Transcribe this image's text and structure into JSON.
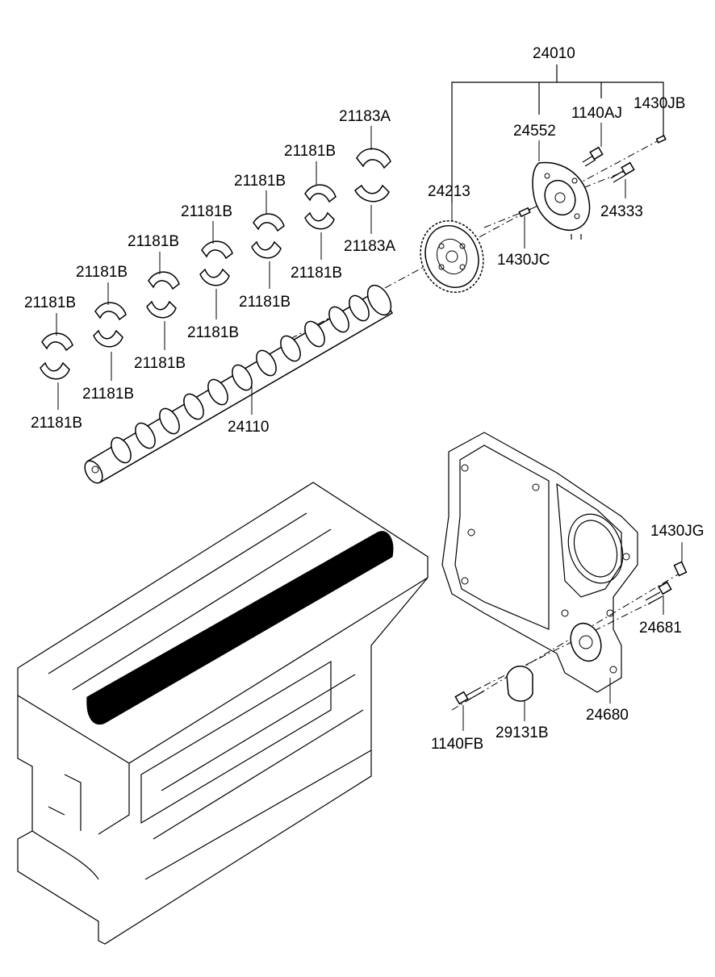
{
  "diagram": {
    "labels": {
      "p24010": "24010",
      "p1140AJ": "1140AJ",
      "p1430JB": "1430JB",
      "p24552": "24552",
      "p24213": "24213",
      "p24333": "24333",
      "p1430JC": "1430JC",
      "p21183A_top": "21183A",
      "p21183A_bot": "21183A",
      "p21181B_1": "21181B",
      "p21181B_2": "21181B",
      "p21181B_3": "21181B",
      "p21181B_4": "21181B",
      "p21181B_5": "21181B",
      "p21181B_6": "21181B",
      "p21181B_7": "21181B",
      "p21181B_8": "21181B",
      "p21181B_9": "21181B",
      "p21181B_10": "21181B",
      "p21181B_11": "21181B",
      "p21181B_12": "21181B",
      "p24110": "24110",
      "p1430JG": "1430JG",
      "p24681": "24681",
      "p24680": "24680",
      "p29131B": "29131B",
      "p1140FB": "1140FB"
    }
  }
}
